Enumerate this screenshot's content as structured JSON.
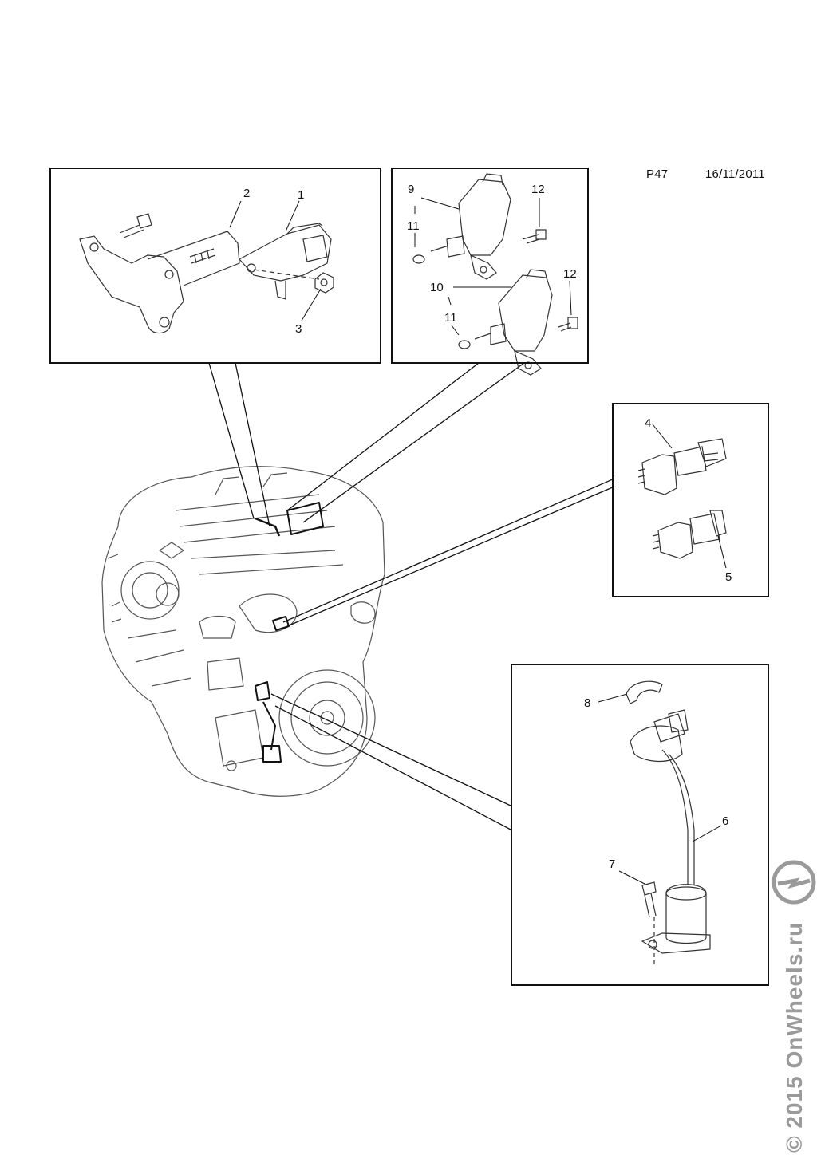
{
  "header": {
    "code": "P47",
    "date": "16/11/2011"
  },
  "callouts": {
    "box_a": [
      "2",
      "1",
      "3"
    ],
    "box_b": [
      "9",
      "11",
      "12",
      "10",
      "12",
      "11"
    ],
    "box_c": [
      "4",
      "5"
    ],
    "box_d": [
      "8",
      "6",
      "7"
    ]
  },
  "watermark": "© 2015 OnWheels.ru",
  "colors": {
    "line": "#111111",
    "part": "#555555",
    "watermark": "#9a9a9a"
  },
  "icons": {
    "logo": "opel-logo-icon"
  }
}
